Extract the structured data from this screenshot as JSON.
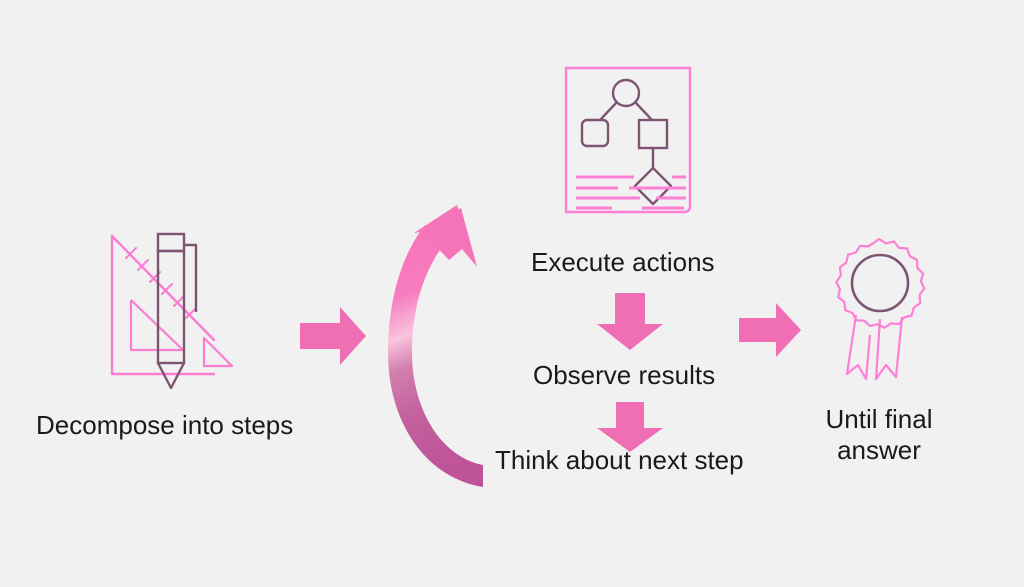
{
  "diagram": {
    "title": "Agent loop: decompose, act, observe, think, until final answer",
    "background_color": "#f1f1f1",
    "palette": {
      "pink": "#fa7cd0",
      "pink_bright": "#ff7fd4",
      "arrow_pink": "#f06eb4",
      "purple": "#7d5573",
      "mauve": "#c0579a",
      "text": "#1a1a1a"
    }
  },
  "stages": [
    {
      "id": "decompose",
      "label": "Decompose into steps",
      "icon": "ruler-pen-icon"
    },
    {
      "id": "execute",
      "label": "Execute actions",
      "icon": "document-flowchart-icon"
    },
    {
      "id": "observe",
      "label": "Observe results"
    },
    {
      "id": "think",
      "label": "Think about next step"
    },
    {
      "id": "final",
      "label": "Until final\nanswer",
      "icon": "award-rosette-icon"
    }
  ],
  "connectors": [
    {
      "id": "arrow-decompose-to-loop",
      "direction": "right",
      "color": "#f06eb4"
    },
    {
      "id": "loop-back-arrow",
      "direction": "counter-clockwise",
      "color_start": "#f06eb4",
      "color_end": "#c0579a"
    },
    {
      "id": "arrow-execute-to-observe",
      "direction": "down",
      "color": "#f06eb4"
    },
    {
      "id": "arrow-observe-to-think",
      "direction": "down",
      "color": "#f06eb4"
    },
    {
      "id": "arrow-loop-to-final",
      "direction": "right",
      "color": "#f06eb4"
    }
  ]
}
